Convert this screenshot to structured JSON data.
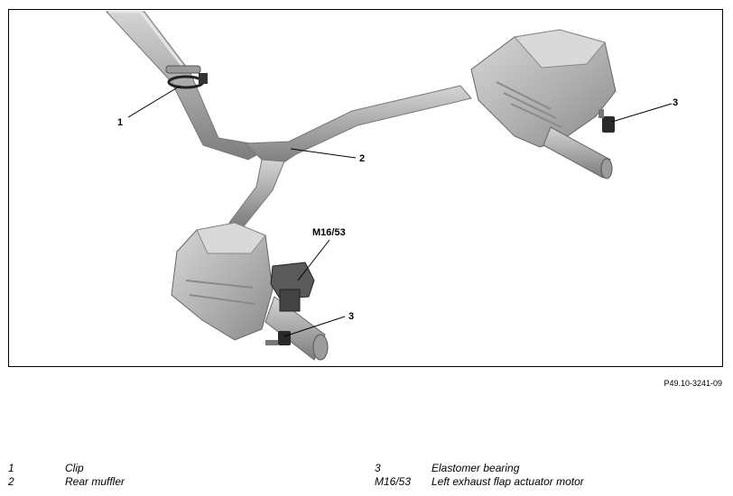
{
  "figure": {
    "callouts": {
      "c1": "1",
      "c2": "2",
      "c3a": "3",
      "c3b": "3",
      "m1653": "M16/53"
    },
    "figure_id": "P49.10-3241-09"
  },
  "legend": {
    "left": [
      {
        "key": "1",
        "desc": "Clip"
      },
      {
        "key": "2",
        "desc": "Rear muffler"
      }
    ],
    "right": [
      {
        "key": "3",
        "desc": "Elastomer bearing"
      },
      {
        "key": "M16/53",
        "desc": "Left exhaust flap actuator motor"
      }
    ]
  },
  "colors": {
    "metal_light": "#c8c8c8",
    "metal_mid": "#a6a6a6",
    "metal_dark": "#6e6e6e",
    "rubber": "#2a2a2a"
  }
}
